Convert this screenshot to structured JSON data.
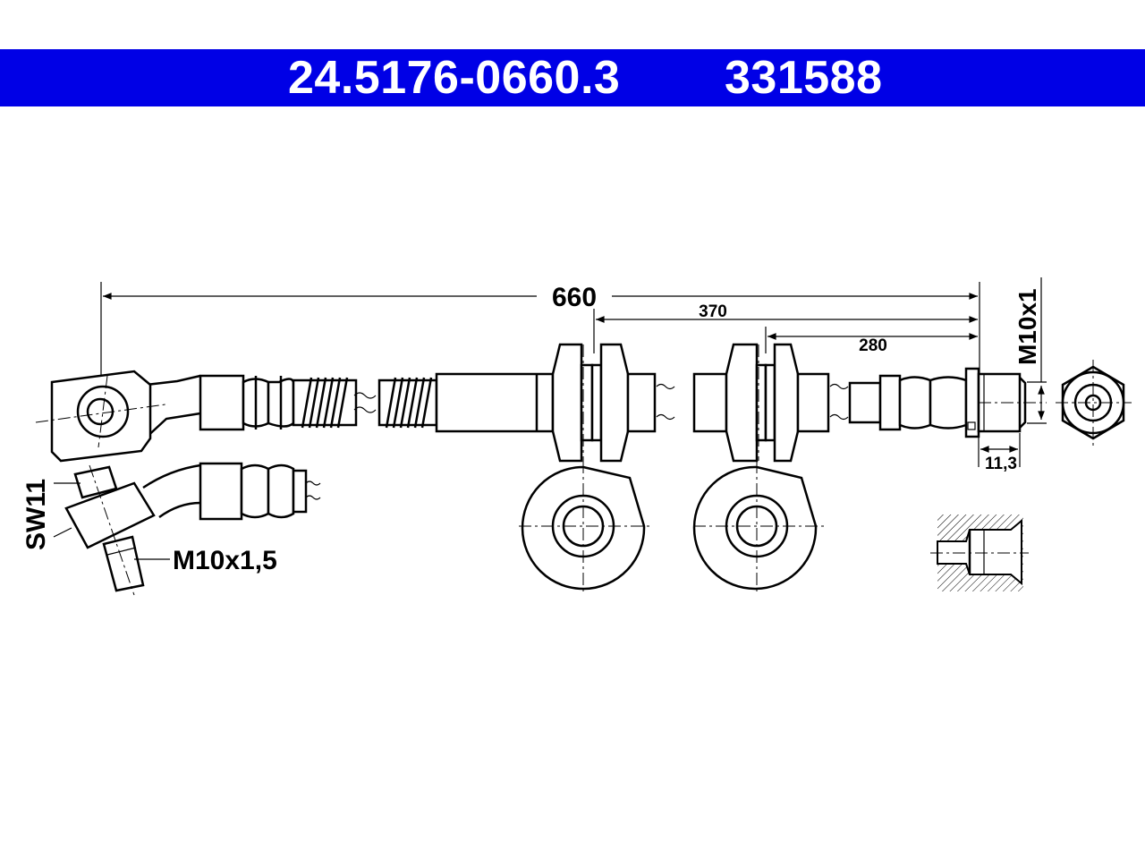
{
  "header": {
    "part_number": "24.5176-0660.3",
    "reference_number": "331588",
    "background_color": "#0000e6",
    "text_color": "#ffffff"
  },
  "dimensions": {
    "overall_length": "660",
    "sleeve_distance_1": "370",
    "sleeve_distance_2": "280",
    "fitting_length": "11,3",
    "fitting_thread": "M10x1"
  },
  "labels": {
    "wrench_size": "SW11",
    "bolt_thread": "M10x1,5"
  }
}
